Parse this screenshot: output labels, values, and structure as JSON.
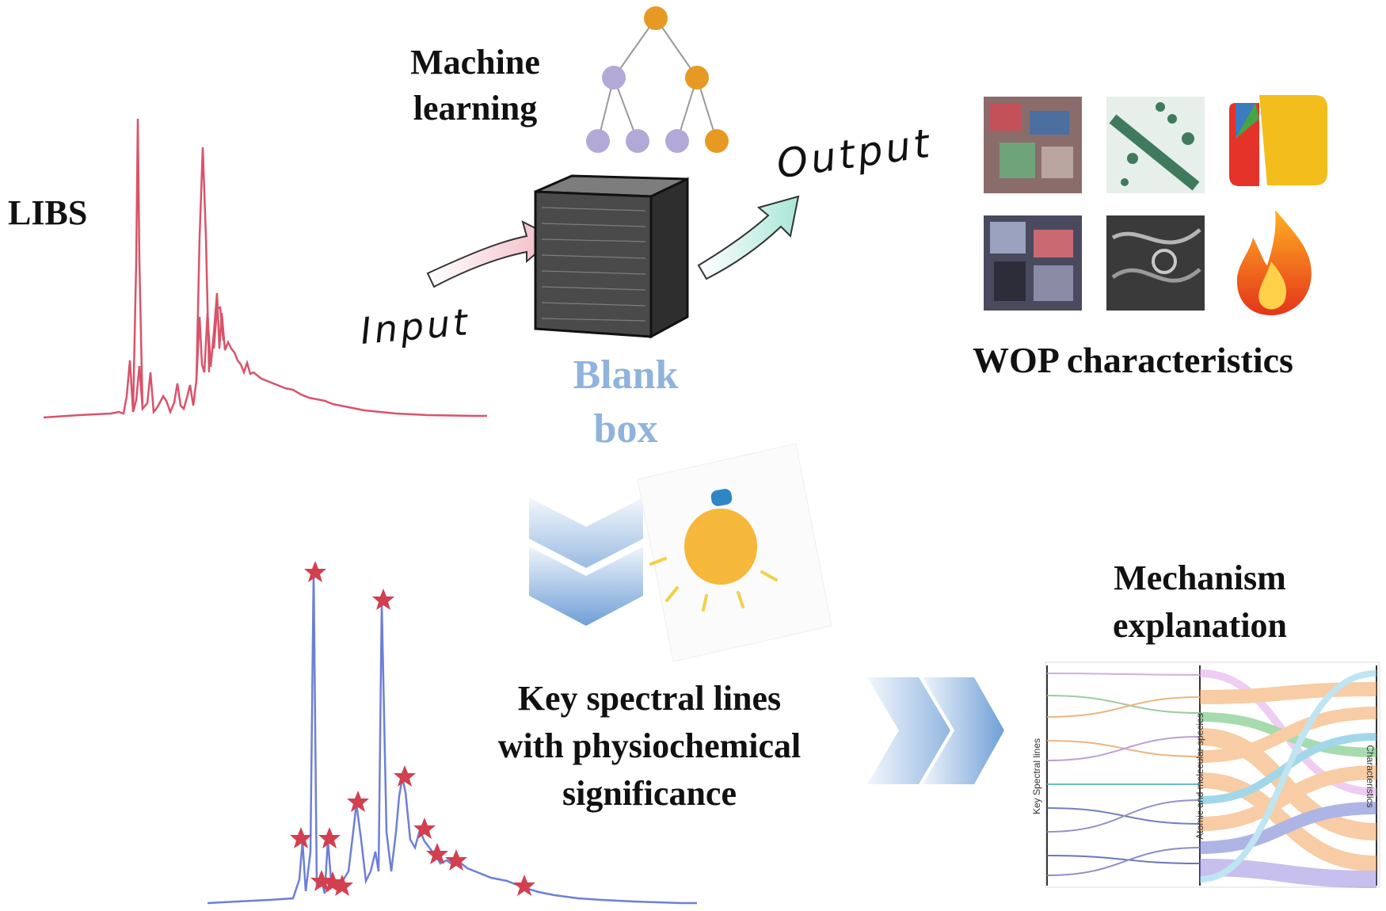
{
  "labels": {
    "libs": "LIBS",
    "machine_learning_1": "Machine",
    "machine_learning_2": "learning",
    "input": "Input",
    "output": "Output",
    "blank_box_1": "Blank",
    "blank_box_2": "box",
    "wop": "WOP characteristics",
    "key_lines_1": "Key spectral lines",
    "key_lines_2": "with physiochemical",
    "key_lines_3": "significance",
    "mechanism_1": "Mechanism",
    "mechanism_2": "explanation",
    "sankey_left": "Key Spectral lines",
    "sankey_mid": "Atomic and molecular species",
    "sankey_right": "Characteristics"
  },
  "colors": {
    "libs_spectrum": "#d9536a",
    "interpreted_spectrum": "#6e7fd6",
    "star": "#d2404f",
    "blank_box_text": "#8fb3dc",
    "arrow_blue": "#7fa6d6",
    "tree_purple": "#b3a9d8",
    "tree_orange": "#e69a24"
  }
}
